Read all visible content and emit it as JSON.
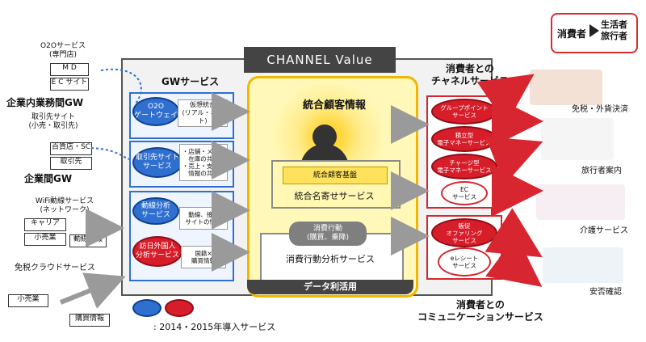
{
  "title_top": "CHANNEL Value",
  "top_right": {
    "consumer": "消費者",
    "resident_traveler": "生活者\n旅行者"
  },
  "left_labels": {
    "o2o_title": "O2Oサービス\n(専門店)",
    "md": "M D",
    "ec_site": "E C サイト",
    "intra": "企業内業務間GW",
    "partner_site": "取引先サイト\n(小売・取引先)",
    "dept": "百貨店・SC",
    "partner": "取引先",
    "inter": "企業間GW",
    "wifi": "WiFi動線サービス\n(ネットワーク)",
    "career": "キャリア",
    "retail": "小売業",
    "line_info": "動線情報",
    "duty_free_cloud": "免税クラウドサービス",
    "retail2": "小売業",
    "purchase_info": "購買情報"
  },
  "gw": {
    "title": "GWサービス",
    "o2o": "O2O\nゲートウェイ",
    "virtual": "仮想統合\n(リアル・ネット)",
    "partner_site_service": "取引先サイト\nサービス",
    "shop_info": "・店舗・メーカ\n　在庫の共有\n・売上・支払い\n　情報の共有",
    "line_analysis": "動線分析\nサービス",
    "line_connect": "動線、接続\nサイトの情報",
    "visitor": "訪日外国人\n分析サービス",
    "nationality": "国籍×\n購買情報"
  },
  "center": {
    "customer_info": "統合顧客情報",
    "customer_base": "統合顧客基盤",
    "dedup": "統合名寄せサービス",
    "behavior": "消費行動\n(購買、乗降)",
    "behavior_analysis": "消費行動分析サービス",
    "data_usage": "データ利活用"
  },
  "right": {
    "channel_title": "消費者との\nチャネルサービス",
    "group_point": "グループポイント\nサービス",
    "stored_value": "積立型\n電子マネーサービス",
    "charge_value": "チャージ型\n電子マネーサービス",
    "ec_service": "EC\nサービス",
    "promo": "販促\nオファリング\nサービス",
    "ereceipt": "eレシート\nサービス",
    "comm_title": "消費者との\nコミュニケーションサービス"
  },
  "far_right": {
    "duty_free": "免税・外貨決済",
    "traveler_info": "旅行者案内",
    "care": "介護サービス",
    "safety": "安否確認"
  },
  "legend": ": 2014・2015年導入サービス",
  "colors": {
    "blue": "#2f6fd0",
    "red": "#d81d2a",
    "yellow": "#f0b800",
    "gray": "#444444"
  }
}
